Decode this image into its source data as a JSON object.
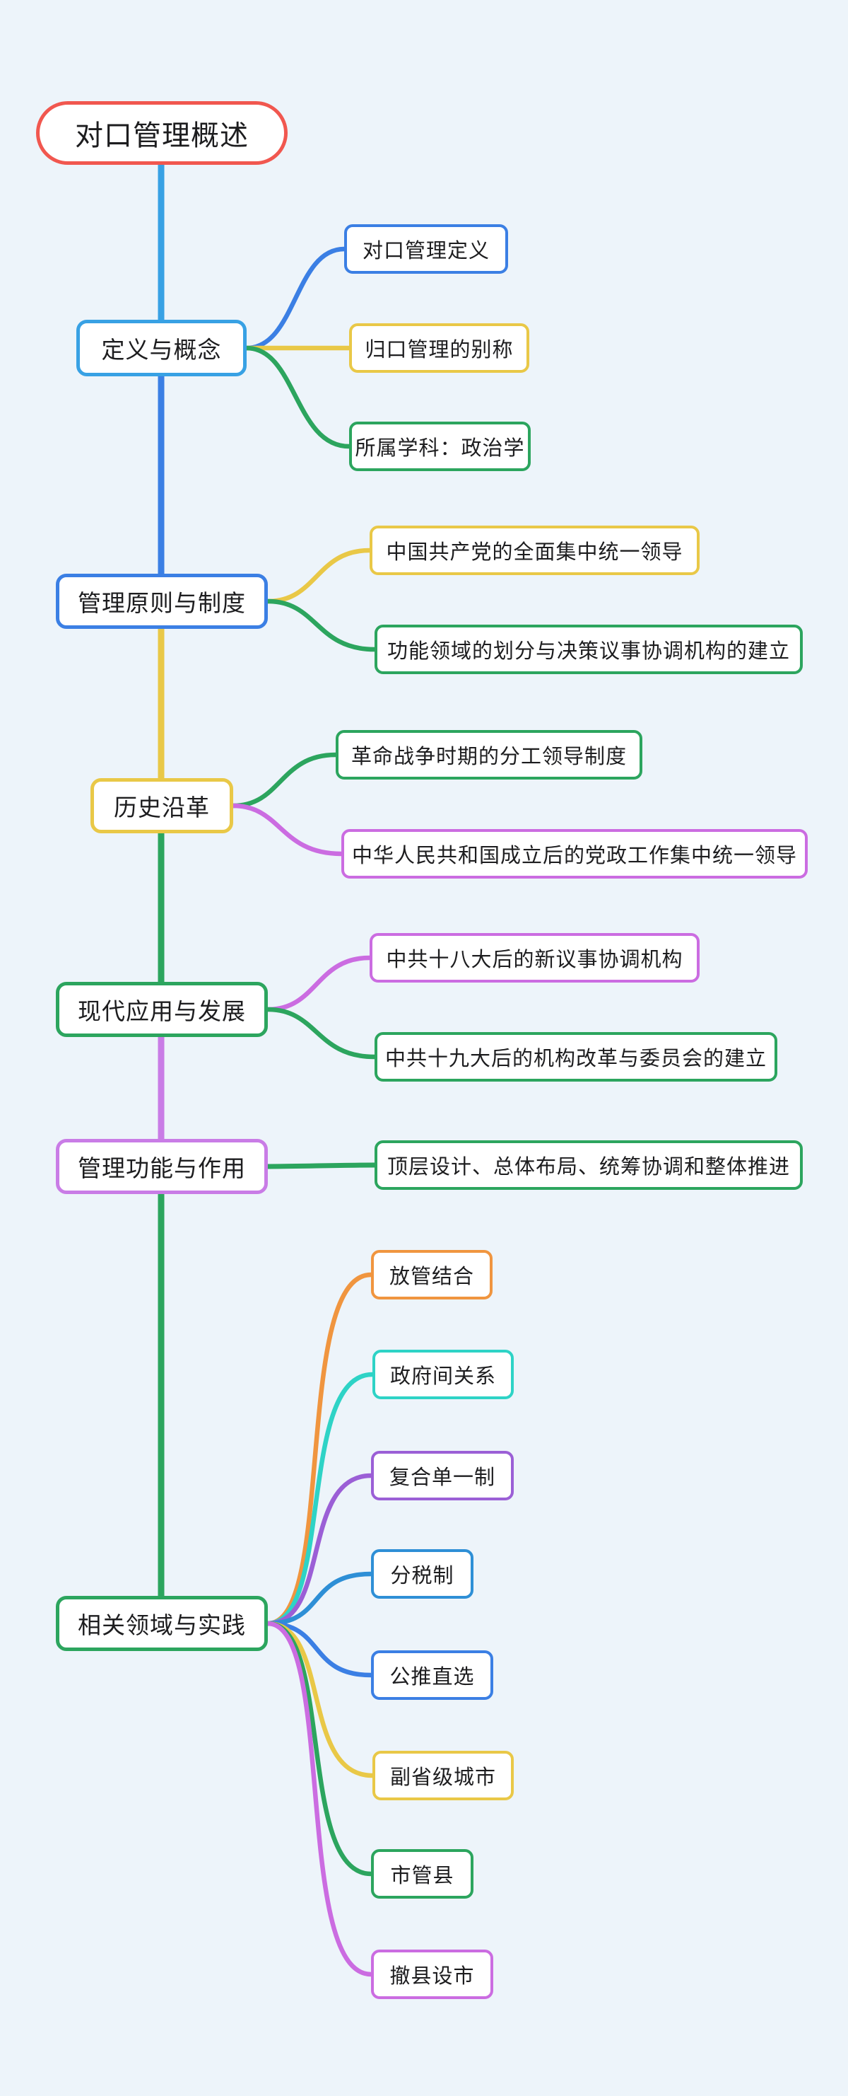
{
  "canvas": {
    "background": "#edf4fa",
    "node_fill": "#ffffff",
    "text_color": "#1d1d1f"
  },
  "root": {
    "label": "对口管理概述",
    "color": "#f1574f"
  },
  "branches": [
    {
      "label": "定义与概念",
      "color": "#38a1e4",
      "children": [
        {
          "label": "对口管理定义",
          "color": "#3b7fe4"
        },
        {
          "label": "归口管理的别称",
          "color": "#e9c847"
        },
        {
          "label": "所属学科：政治学",
          "color": "#2ca55e"
        }
      ]
    },
    {
      "label": "管理原则与制度",
      "color": "#3b7fe4",
      "children": [
        {
          "label": "中国共产党的全面集中统一领导",
          "color": "#e9c847"
        },
        {
          "label": "功能领域的划分与决策议事协调机构的建立",
          "color": "#2ca55e"
        }
      ]
    },
    {
      "label": "历史沿革",
      "color": "#e9c847",
      "children": [
        {
          "label": "革命战争时期的分工领导制度",
          "color": "#2ca55e"
        },
        {
          "label": "中华人民共和国成立后的党政工作集中统一领导",
          "color": "#cb6ce1"
        }
      ]
    },
    {
      "label": "现代应用与发展",
      "color": "#2ca55e",
      "children": [
        {
          "label": "中共十八大后的新议事协调机构",
          "color": "#cb6ce1"
        },
        {
          "label": "中共十九大后的机构改革与委员会的建立",
          "color": "#2ca55e"
        }
      ]
    },
    {
      "label": "管理功能与作用",
      "color": "#c97ce6",
      "children": [
        {
          "label": "顶层设计、总体布局、统筹协调和整体推进",
          "color": "#2ca55e"
        }
      ]
    },
    {
      "label": "相关领域与实践",
      "color": "#2ca55e",
      "children": [
        {
          "label": "放管结合",
          "color": "#f0953f"
        },
        {
          "label": "政府间关系",
          "color": "#2ed3c6"
        },
        {
          "label": "复合单一制",
          "color": "#9b5fd6"
        },
        {
          "label": "分税制",
          "color": "#2e8fd6"
        },
        {
          "label": "公推直选",
          "color": "#3b7fe4"
        },
        {
          "label": "副省级城市",
          "color": "#e9c847"
        },
        {
          "label": "市管县",
          "color": "#2ca55e"
        },
        {
          "label": "撤县设市",
          "color": "#cb6ce1"
        }
      ]
    }
  ]
}
